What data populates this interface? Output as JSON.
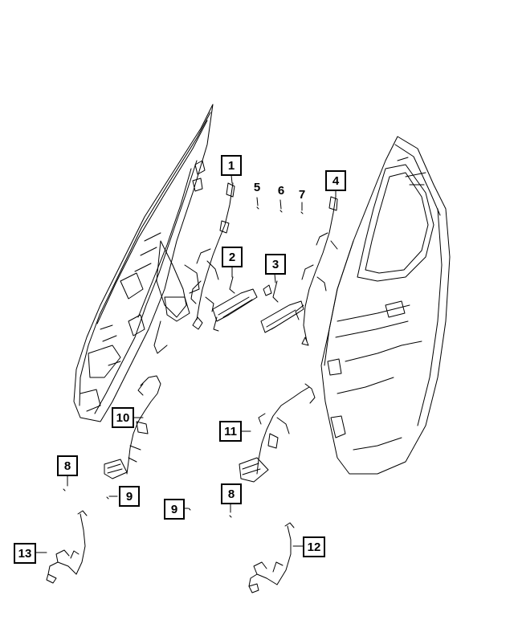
{
  "callouts": [
    "1",
    "2",
    "3",
    "4",
    "5",
    "6",
    "7",
    "8",
    "9",
    "10",
    "11",
    "12",
    "13"
  ],
  "colors": {
    "line": "#000000",
    "background": "#ffffff"
  }
}
